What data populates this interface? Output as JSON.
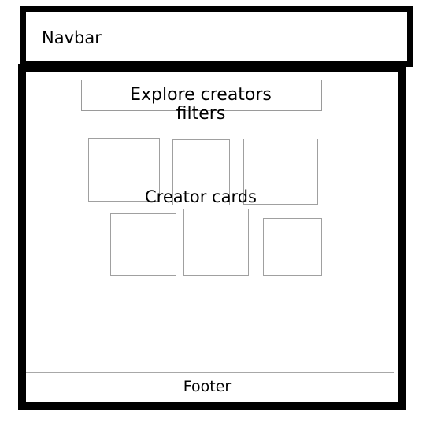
{
  "navbar": {
    "label": "Navbar"
  },
  "main": {
    "filters_label": "Explore creators\nfilters",
    "cards_label": "Creator cards"
  },
  "footer": {
    "label": "Footer"
  }
}
